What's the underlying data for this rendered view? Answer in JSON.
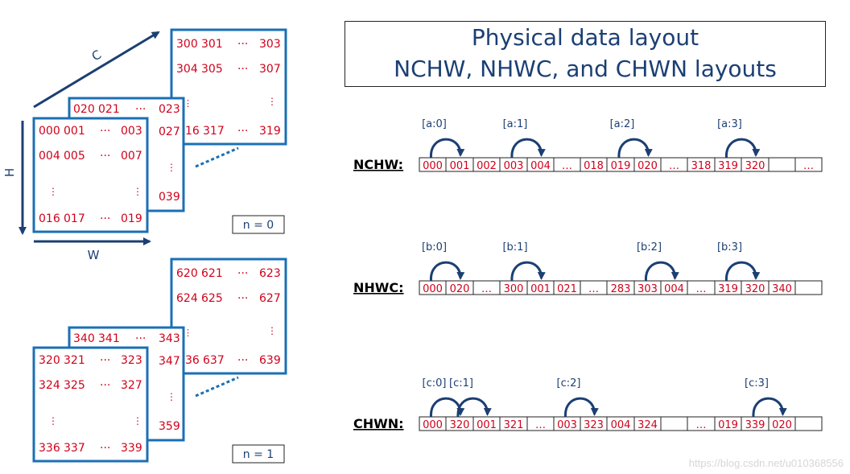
{
  "title": {
    "line1": "Physical data layout",
    "line2": "NCHW, NHWC, and CHWN layouts"
  },
  "axes": {
    "c": "C",
    "h": "H",
    "w": "W"
  },
  "colors": {
    "accent": "#1b6fb5",
    "dark": "#1b3f73",
    "cell_text": "#d0021b"
  },
  "cube_n0": {
    "label": "n = 0",
    "back": {
      "r1": [
        "300",
        "301",
        "···",
        "303"
      ],
      "r2": [
        "304",
        "305",
        "···",
        "307"
      ],
      "r4": [
        "16",
        "317",
        "···",
        "319"
      ]
    },
    "mid": {
      "r1": [
        "020",
        "021",
        "···",
        "023"
      ],
      "right": [
        "027",
        "039"
      ]
    },
    "front": {
      "r1": [
        "000",
        "001",
        "···",
        "003"
      ],
      "r2": [
        "004",
        "005",
        "···",
        "007"
      ],
      "r4": [
        "016",
        "017",
        "···",
        "019"
      ]
    }
  },
  "cube_n1": {
    "label": "n = 1",
    "back": {
      "r1": [
        "620",
        "621",
        "···",
        "623"
      ],
      "r2": [
        "624",
        "625",
        "···",
        "627"
      ],
      "r4": [
        "36",
        "637",
        "···",
        "639"
      ]
    },
    "mid": {
      "r1": [
        "340",
        "341",
        "···",
        "343"
      ],
      "right": [
        "347",
        "359"
      ]
    },
    "front": {
      "r1": [
        "320",
        "321",
        "···",
        "323"
      ],
      "r2": [
        "324",
        "325",
        "···",
        "327"
      ],
      "r4": [
        "336",
        "337",
        "···",
        "339"
      ]
    }
  },
  "rows": [
    {
      "label": "NCHW:",
      "cells": [
        "000",
        "001",
        "002",
        "003",
        "004",
        "…",
        "018",
        "019",
        "020",
        "…",
        "318",
        "319",
        "320",
        "",
        "…"
      ],
      "arrows": [
        {
          "label": "[a:0]",
          "from": 0,
          "to": 1
        },
        {
          "label": "[a:1]",
          "from": 3,
          "to": 4
        },
        {
          "label": "[a:2]",
          "from": 7,
          "to": 8
        },
        {
          "label": "[a:3]",
          "from": 11,
          "to": 12
        }
      ]
    },
    {
      "label": "NHWC:",
      "cells": [
        "000",
        "020",
        "…",
        "300",
        "001",
        "021",
        "…",
        "283",
        "303",
        "004",
        "…",
        "319",
        "320",
        "340",
        ""
      ],
      "arrows": [
        {
          "label": "[b:0]",
          "from": 0,
          "to": 1
        },
        {
          "label": "[b:1]",
          "from": 3,
          "to": 4
        },
        {
          "label": "[b:2]",
          "from": 8,
          "to": 9
        },
        {
          "label": "[b:3]",
          "from": 11,
          "to": 12
        }
      ]
    },
    {
      "label": "CHWN:",
      "cells": [
        "000",
        "320",
        "001",
        "321",
        "…",
        "003",
        "323",
        "004",
        "324",
        "",
        "…",
        "019",
        "339",
        "020",
        ""
      ],
      "arrows": [
        {
          "label": "[c:0]",
          "from": 0,
          "to": 1
        },
        {
          "label": "[c:1]",
          "from": 1,
          "to": 2
        },
        {
          "label": "[c:2]",
          "from": 5,
          "to": 6
        },
        {
          "label": "[c:3]",
          "from": 12,
          "to": 13
        }
      ]
    }
  ],
  "watermark": "https://blog.csdn.net/u010368556"
}
